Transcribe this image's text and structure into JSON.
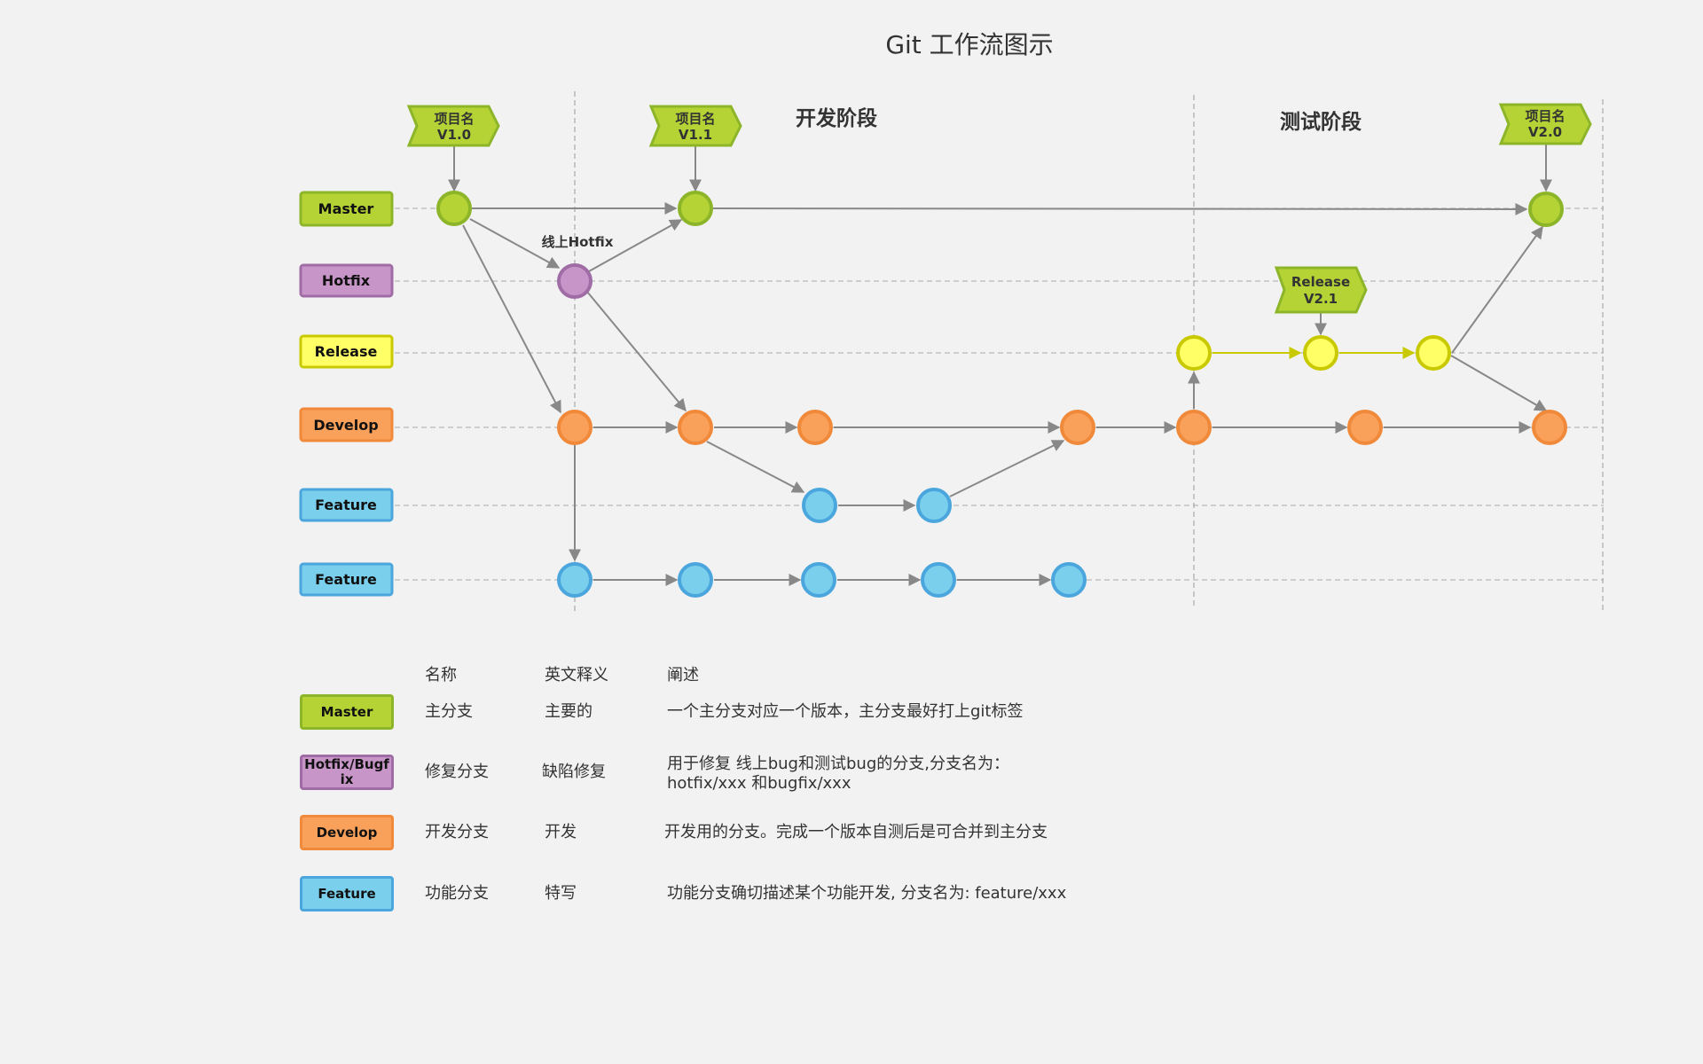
{
  "title": "Git 工作流图示",
  "phases": [
    "开发阶段",
    "测试阶段"
  ],
  "branches": [
    {
      "id": "master",
      "label": "Master"
    },
    {
      "id": "hotfix",
      "label": "Hotfix"
    },
    {
      "id": "release",
      "label": "Release"
    },
    {
      "id": "develop",
      "label": "Develop"
    },
    {
      "id": "feature1",
      "label": "Feature"
    },
    {
      "id": "feature2",
      "label": "Feature"
    }
  ],
  "colors": {
    "master": {
      "fill": "#b5d334",
      "stroke": "#8db52a"
    },
    "hotfix": {
      "fill": "#c895c8",
      "stroke": "#a06ca6"
    },
    "release": {
      "fill": "#ffff66",
      "stroke": "#c9c900"
    },
    "develop": {
      "fill": "#f9a05a",
      "stroke": "#f08a3a"
    },
    "feature": {
      "fill": "#79cfec",
      "stroke": "#4aa6dc"
    },
    "arrow": "#888888",
    "release_arrow": "#c9c900"
  },
  "tags": [
    {
      "line1": "项目名",
      "line2": "V1.0"
    },
    {
      "line1": "项目名",
      "line2": "V1.1"
    },
    {
      "line1": "项目名",
      "line2": "V2.0"
    },
    {
      "line1": "Release",
      "line2": "V2.1"
    }
  ],
  "hotfix_note": "线上Hotfix",
  "legend": {
    "headers": [
      "名称",
      "英文释义",
      "阐述"
    ],
    "rows": [
      {
        "badge": "Master",
        "name": "主分支",
        "english": "主要的",
        "desc_line1": "一个主分支对应一个版本，主分支最好打上git标签",
        "desc_line2": ""
      },
      {
        "badge": "Hotfix/Bugfix",
        "name": "修复分支",
        "english": "缺陷修复",
        "desc_line1": "用于修复 线上bug和测试bug的分支,分支名为：",
        "desc_line2": "hotfix/xxx  和bugfix/xxx"
      },
      {
        "badge": "Develop",
        "name": "开发分支",
        "english": "开发",
        "desc_line1": "开发用的分支。完成一个版本自测后是可合并到主分支",
        "desc_line2": ""
      },
      {
        "badge": "Feature",
        "name": "功能分支",
        "english": "特写",
        "desc_line1": "功能分支确切描述某个功能开发, 分支名为: feature/xxx",
        "desc_line2": ""
      }
    ]
  }
}
